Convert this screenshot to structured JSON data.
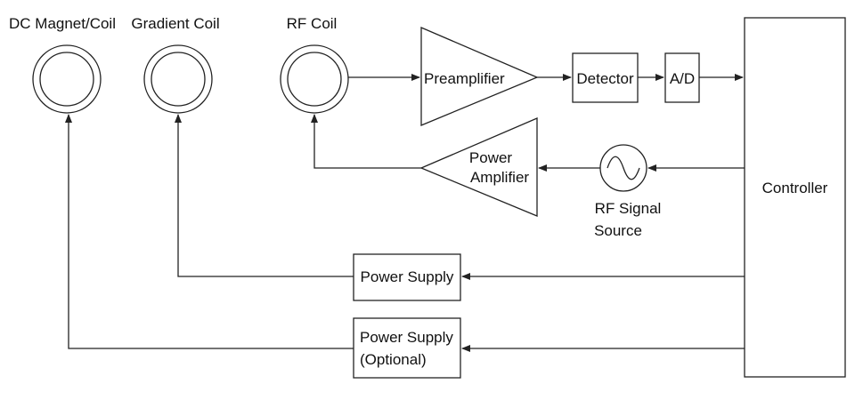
{
  "coils": {
    "dc_magnet": "DC Magnet/Coil",
    "gradient": "Gradient Coil",
    "rf": "RF Coil"
  },
  "blocks": {
    "preamplifier": "Preamplifier",
    "detector": "Detector",
    "adc": "A/D",
    "power_amplifier": [
      "Power",
      "Amplifier"
    ],
    "rf_signal_source": [
      "RF Signal",
      "Source"
    ],
    "controller": "Controller",
    "power_supply": "Power Supply",
    "power_supply_optional": [
      "Power Supply",
      "(Optional)"
    ]
  }
}
